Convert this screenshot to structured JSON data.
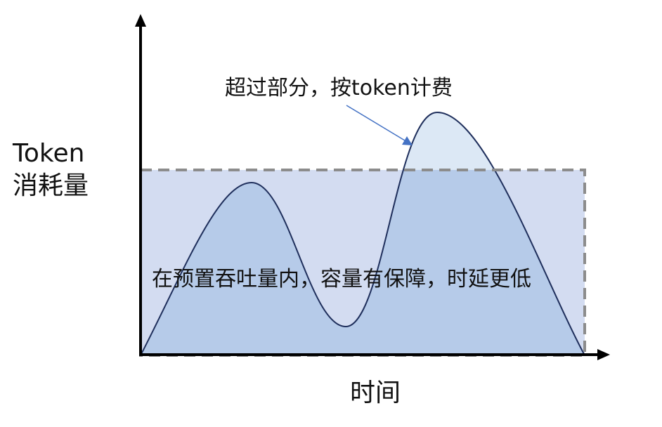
{
  "diagram": {
    "y_axis_label_line1": "Token",
    "y_axis_label_line2": "消耗量",
    "x_axis_label": "时间",
    "annotation_overflow": "超过部分，按token计费",
    "annotation_reserved": "在预置吞吐量内，容量有保障，时延更低"
  },
  "colors": {
    "reserved_fill": "#d3dcf1",
    "curve_fill": "#b6cbe9",
    "overflow_fill": "#dce8f5",
    "curve_stroke": "#1f2f5c",
    "dashed_border": "#8c8c8c",
    "axis": "#000000",
    "pointer_arrow": "#4472c4"
  }
}
